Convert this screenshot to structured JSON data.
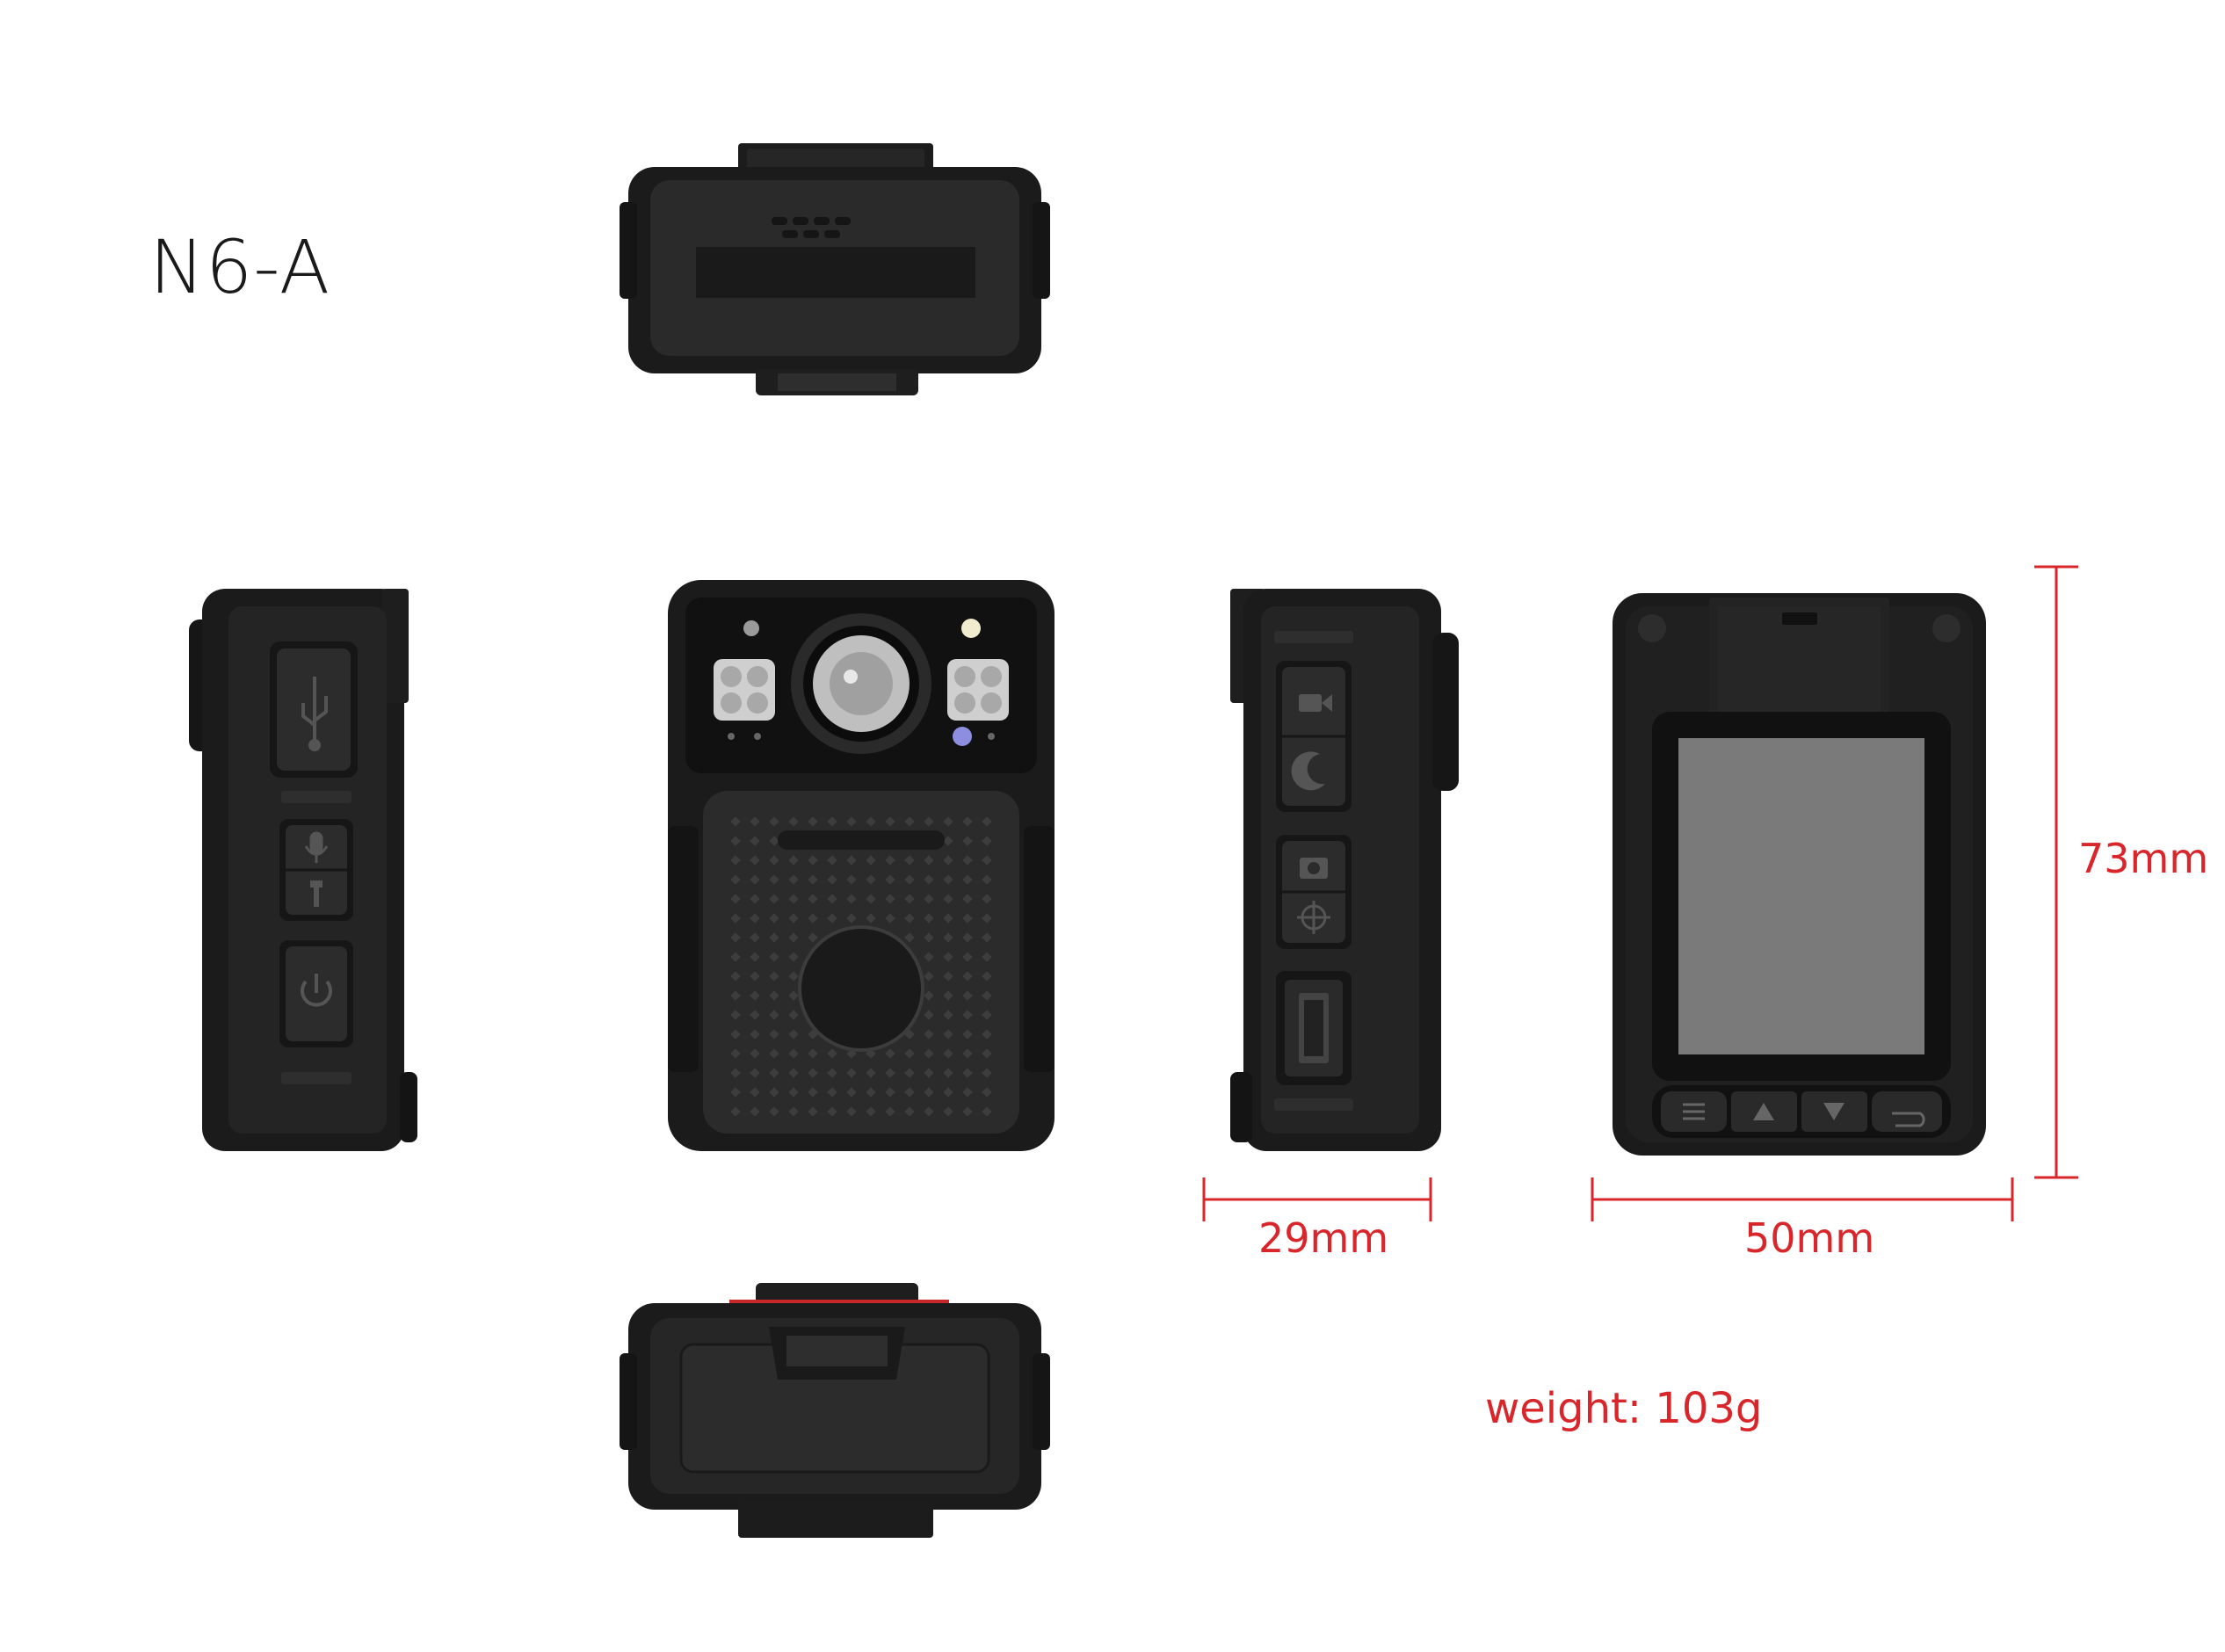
{
  "model": "N6-A",
  "dimensions": {
    "depth": "29mm",
    "width": "50mm",
    "height": "73mm"
  },
  "weight": {
    "label": "weight:",
    "value": "103g"
  },
  "colors": {
    "dimension": "#d8262b",
    "device_body": "#1b1b1b",
    "device_panel": "#2a2a2a",
    "screen": "#7a7a7a"
  },
  "icons": [
    "usb-icon",
    "microphone-icon",
    "flashlight-icon",
    "power-icon",
    "video-camera-icon",
    "night-mode-icon",
    "photo-camera-icon",
    "target-icon",
    "connector-icon",
    "menu-icon",
    "up-arrow-icon",
    "down-arrow-icon",
    "back-icon"
  ]
}
